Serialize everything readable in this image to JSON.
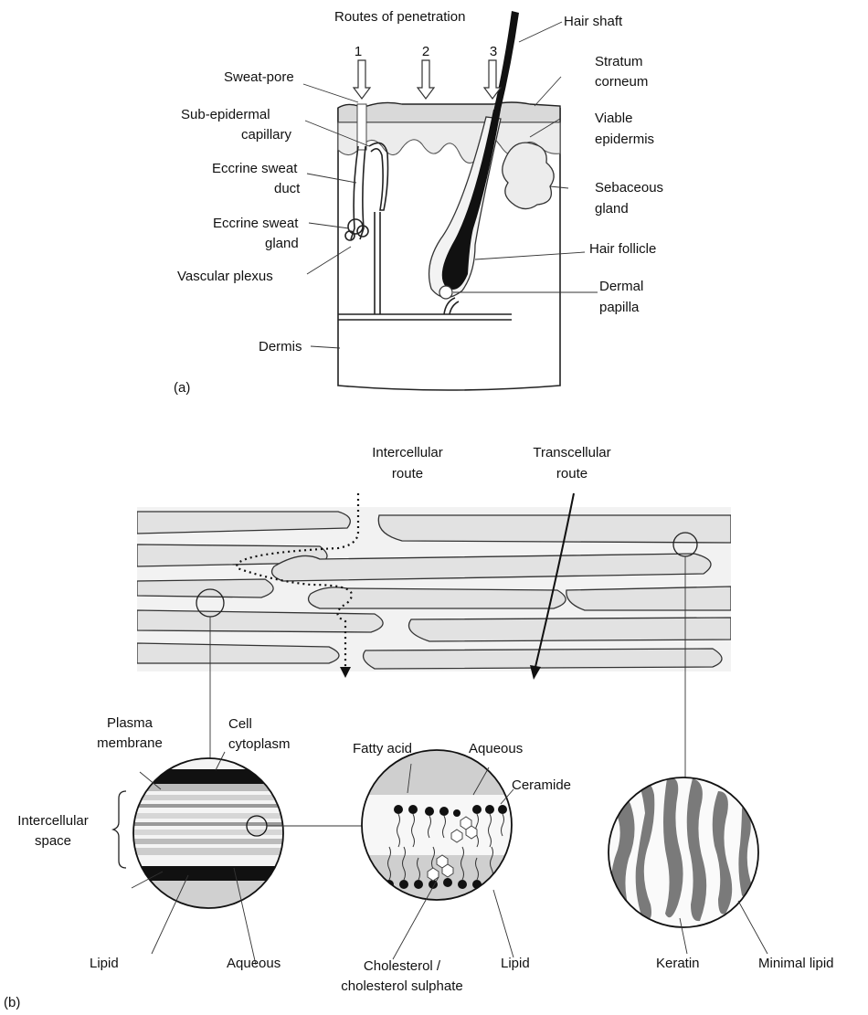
{
  "figure": {
    "panel_a": {
      "panel_label": "(a)",
      "title": "Routes of penetration",
      "route_numbers": [
        "1",
        "2",
        "3"
      ],
      "labels_left": {
        "sweat_pore": "Sweat-pore",
        "sub_capillary_1": "Sub-epidermal",
        "sub_capillary_2": "capillary",
        "eccrine_duct_1": "Eccrine sweat",
        "eccrine_duct_2": "duct",
        "eccrine_gland_1": "Eccrine sweat",
        "eccrine_gland_2": "gland",
        "vascular_plexus": "Vascular plexus",
        "dermis": "Dermis"
      },
      "labels_right": {
        "hair_shaft": "Hair shaft",
        "stratum_1": "Stratum",
        "stratum_2": "corneum",
        "viable_1": "Viable",
        "viable_2": "epidermis",
        "sebaceous_1": "Sebaceous",
        "sebaceous_2": "gland",
        "hair_follicle": "Hair follicle",
        "dermal_1": "Dermal",
        "dermal_2": "papilla"
      }
    },
    "panel_b": {
      "panel_label": "(b)",
      "intercellular_1": "Intercellular",
      "intercellular_2": "route",
      "transcellular_1": "Transcellular",
      "transcellular_2": "route",
      "labels": {
        "plasma_1": "Plasma",
        "plasma_2": "membrane",
        "cell_1": "Cell",
        "cell_2": "cytoplasm",
        "ics_1": "Intercellular",
        "ics_2": "space",
        "lipid_left": "Lipid",
        "aqueous_left": "Aqueous",
        "fatty_acid": "Fatty acid",
        "aqueous_mid": "Aqueous",
        "ceramide": "Ceramide",
        "cholesterol_1": "Cholesterol /",
        "cholesterol_2": "cholesterol sulphate",
        "lipid_mid": "Lipid",
        "keratin": "Keratin",
        "minimal_lipid": "Minimal lipid"
      }
    }
  }
}
